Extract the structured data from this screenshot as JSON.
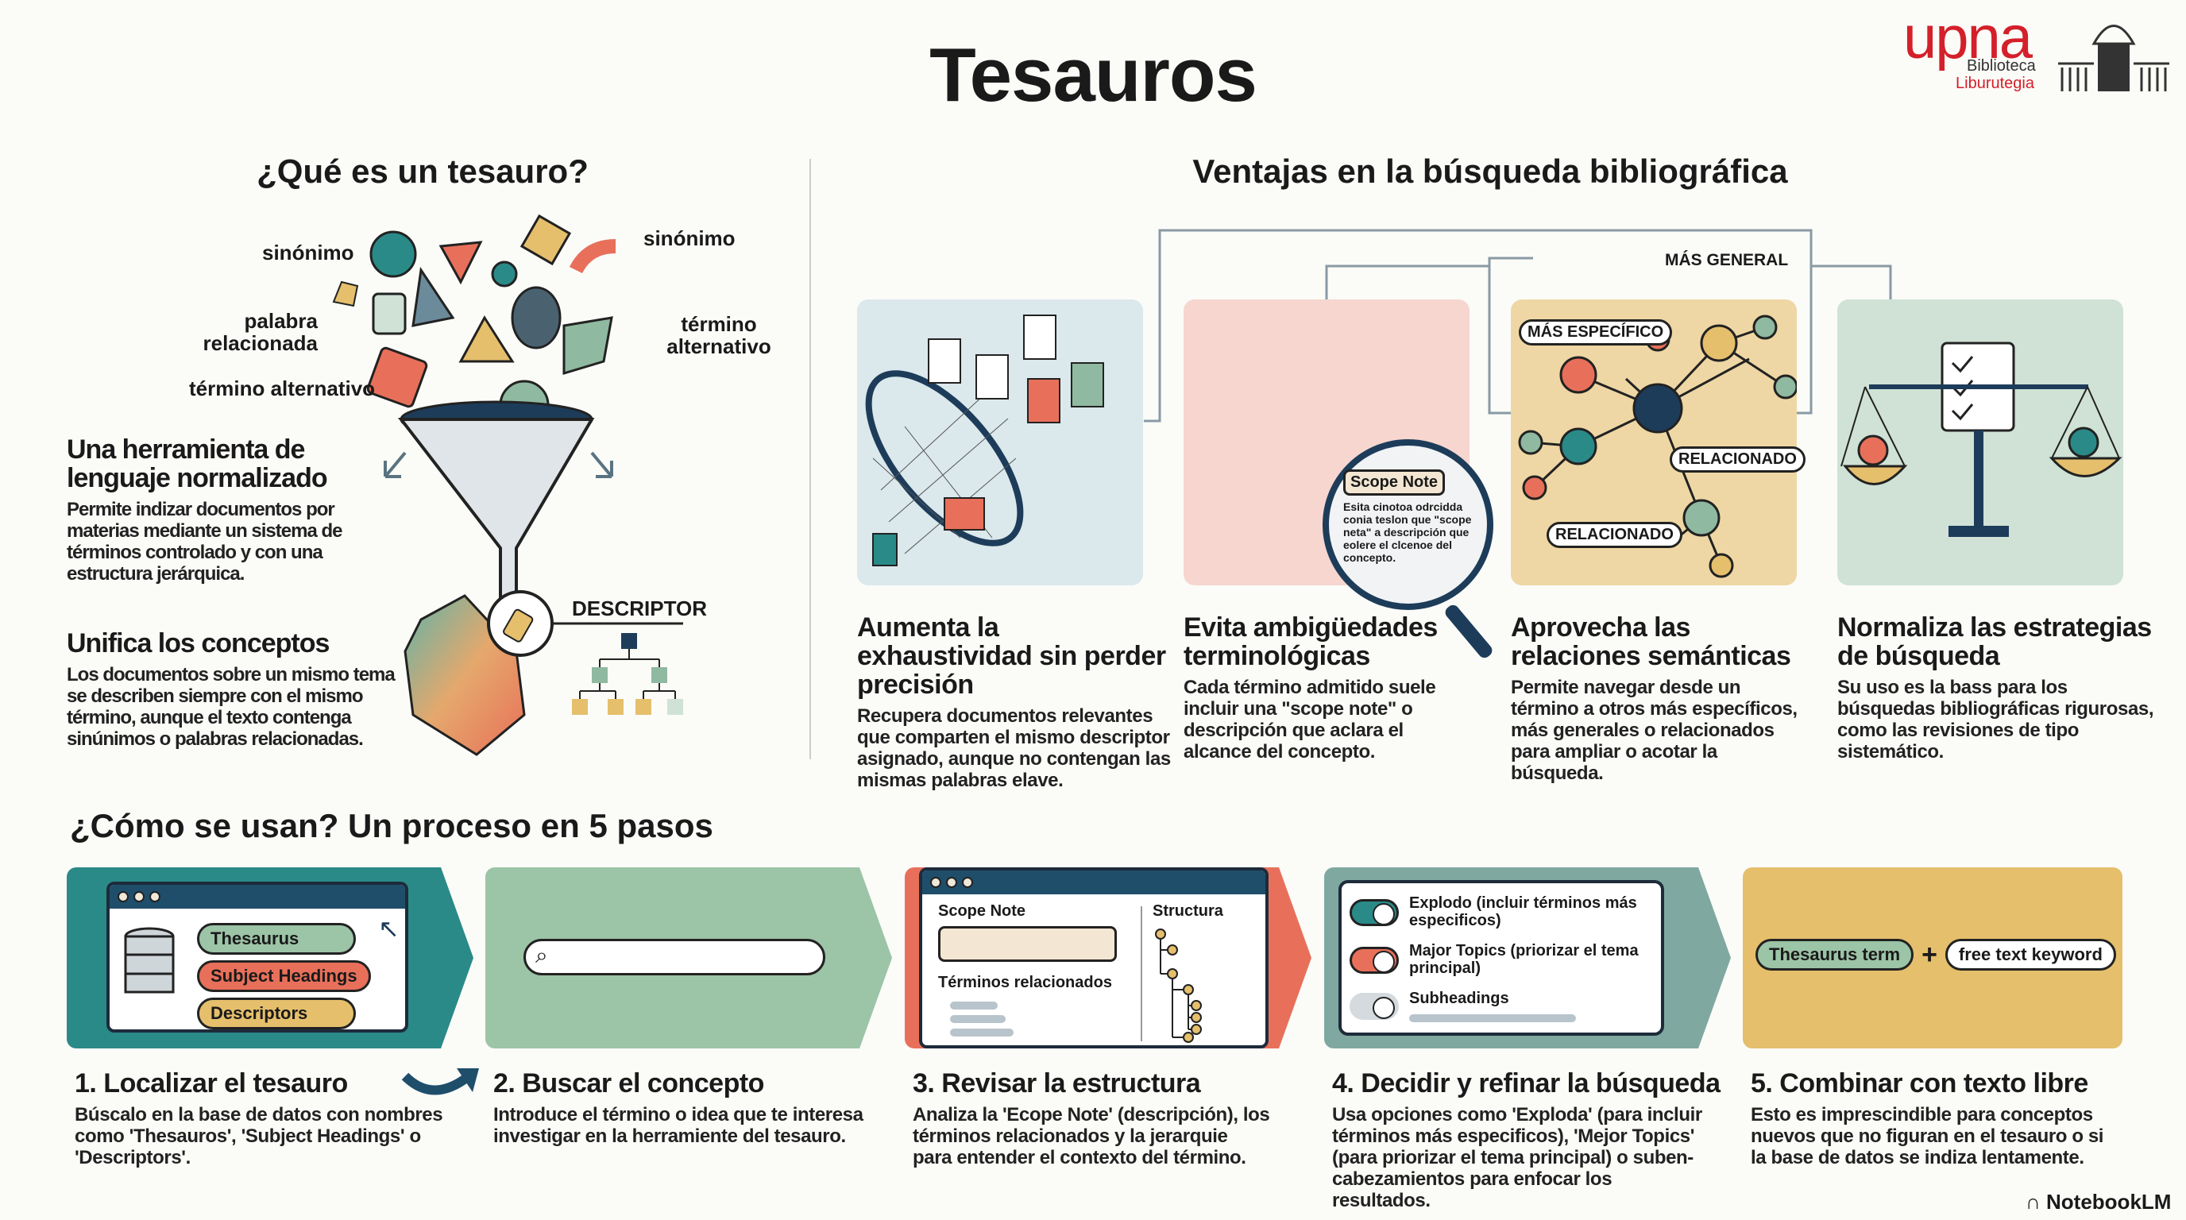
{
  "title": "Tesauros",
  "logo": {
    "brand": "upna",
    "line1": "Biblioteca",
    "line2": "Liburutegia"
  },
  "left": {
    "heading": "¿Qué es un tesauro?",
    "labels": [
      "sinónimo",
      "sinónimo",
      "palabra relacionada",
      "término alternativo",
      "término alternativo",
      "DESCRIPTOR"
    ],
    "blocks": [
      {
        "title": "Una herramienta de lenguaje normalizado",
        "body": "Permite indizar documentos por materias mediante un sistema de términos controlado y con una estructura jerárquica."
      },
      {
        "title": "Unifica los conceptos",
        "body": "Los documentos sobre un mismo tema se describen siempre con el mismo término, aunque el texto contenga sinúnimos o palabras relacionadas."
      }
    ]
  },
  "right": {
    "heading": "Ventajas en la búsqueda bibliográfica",
    "scope_note": {
      "title": "Scope Note",
      "text": "Esita cinotoa odrcidda conia teslon que \"scope neta\" a descripción que eolere el clcenoe del concepto."
    },
    "graph_labels": {
      "general": "MÁS GENERAL",
      "specific": "MÁS ESPECÍFICO",
      "related1": "RELACIONADO",
      "related2": "RELACIONADO"
    },
    "panels": [
      {
        "title": "Aumenta la exhaustividad sin perder precisión",
        "body": "Recupera documentos relevantes que comparten el mismo descriptor asignado, aunque no contengan las mismas palabras elave."
      },
      {
        "title": "Evita ambigüedades terminológicas",
        "body": "Cada término admitido suele incluir una \"scope note\" o descripción que aclara el alcance del concepto."
      },
      {
        "title": "Aprovecha las relaciones semánticas",
        "body": "Permite navegar desde un término a otros más específicos, más generales o relacionados para ampliar o acotar la búsqueda."
      },
      {
        "title": "Normaliza las estrategias de búsqueda",
        "body": "Su uso es la bass para los búsquedas bibliográficas rigurosas, como las revisiones de tipo sistemático."
      }
    ]
  },
  "process": {
    "heading": "¿Cómo se usan? Un proceso en 5 pasos",
    "card1": [
      "Thesaurus",
      "Subject Headings",
      "Descriptors"
    ],
    "card3": {
      "scope": "Scope Note",
      "structure": "Structura",
      "related": "Términos relacionados"
    },
    "card4": [
      "Explodo (incluir términos más especificos)",
      "Major Topics (priorizar el tema principal)",
      "Subheadings"
    ],
    "card5": {
      "term": "Thesaurus term",
      "plus": "+",
      "free": "free text keyword"
    },
    "steps": [
      {
        "title": "1. Localizar el tesauro",
        "body": "Búscalo en la base de datos con nombres como 'Thesauros', 'Subject Headings' o 'Descriptors'."
      },
      {
        "title": "2. Buscar el concepto",
        "body": "Introduce el término o idea que te interesa investigar en la herramiente del tesauro."
      },
      {
        "title": "3. Revisar la estructura",
        "body": "Analiza la 'Ecope Note' (descripción), los términos relacionados y la jerarquie para entender el contexto del término."
      },
      {
        "title": "4. Decidir y refinar la búsqueda",
        "body": "Usa opciones como 'Exploda' (para incluir términos más especificos), 'Mejor Topics' (para priorizar el tema principal) o suben-cabezamientos para enfocar los resultados."
      },
      {
        "title": "5. Combinar con texto libre",
        "body": "Esto es imprescindible para conceptos nuevos que no figuran en el tesauro o si la base de datos se indiza lentamente."
      }
    ]
  },
  "footer": {
    "brand": "NotebookLM"
  },
  "colors": {
    "teal": "#2a8a88",
    "coral": "#e8705a",
    "sage": "#9cc4a6",
    "mustard": "#e5bf6c",
    "navy": "#1d3c5a",
    "blush": "#f6d6cf",
    "sand": "#eed7a4",
    "mint": "#cfe2d5",
    "sky": "#dbe8ec"
  }
}
